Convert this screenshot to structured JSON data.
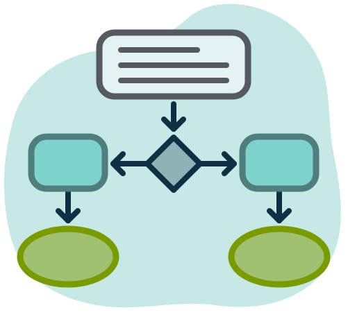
{
  "diagram": {
    "kind": "flowchart-illustration",
    "text": [],
    "colors": {
      "background_blob": "#c6e9e6",
      "stroke_dark": "#555a60",
      "document_fill": "#e3f3f3",
      "document_lines": "#555a60",
      "arrow": "#0e2f44",
      "decision_fill": "#8fb3b5",
      "process_fill": "#7fd3cd",
      "process_stroke": "#4e7f7c",
      "terminal_fill": "#9fc170",
      "terminal_stroke": "#7a9b00"
    },
    "nodes": [
      {
        "id": "document",
        "shape": "rounded-rectangle-with-text-lines",
        "line_count": 3
      },
      {
        "id": "decision",
        "shape": "diamond"
      },
      {
        "id": "process-left",
        "shape": "rounded-square"
      },
      {
        "id": "process-right",
        "shape": "rounded-square"
      },
      {
        "id": "terminal-left",
        "shape": "ellipse"
      },
      {
        "id": "terminal-right",
        "shape": "ellipse"
      }
    ],
    "edges": [
      {
        "from": "document",
        "to": "decision",
        "direction": "down"
      },
      {
        "from": "decision",
        "to": "process-left",
        "direction": "left"
      },
      {
        "from": "decision",
        "to": "process-right",
        "direction": "right"
      },
      {
        "from": "process-left",
        "to": "terminal-left",
        "direction": "down"
      },
      {
        "from": "process-right",
        "to": "terminal-right",
        "direction": "down"
      }
    ]
  }
}
